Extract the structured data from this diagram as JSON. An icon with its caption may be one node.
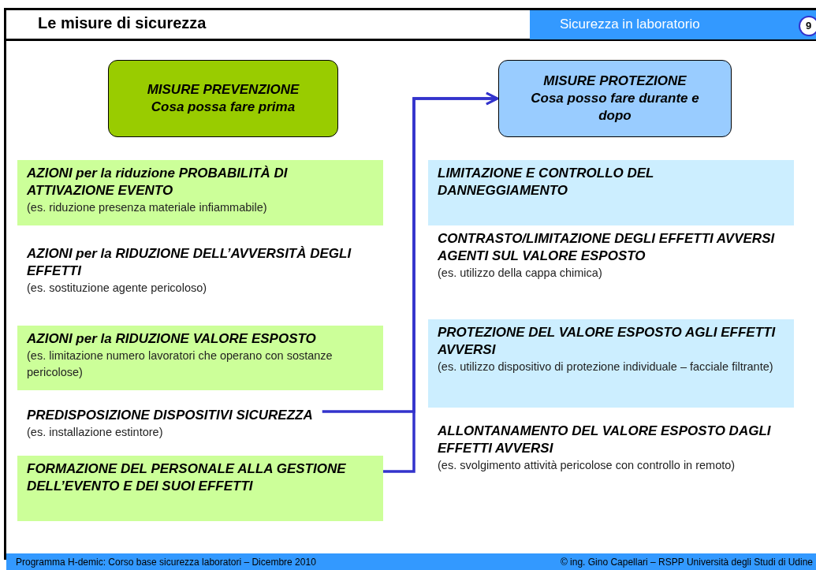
{
  "diagram": {
    "title": "Le misure di sicurezza",
    "nodes": [
      {
        "text": [
          "MISURE PREVENZIONE",
          "Cosa possa fare prima"
        ]
      },
      {
        "text": [
          "MISURE PROTEZIONE",
          "Cosa posso fare durante e dopo"
        ]
      },
      {
        "text": [
          "AZIONI per la riduzione PROBABILITÀ DI ATTIVAZIONE EVENTO",
          "(es. riduzione presenza materiale infiammabile)"
        ]
      },
      {
        "text": [
          "AZIONI per la RIDUZIONE DELL’AVVERSITÀ DEGLI EFFETTI",
          "(es. sostituzione agente pericoloso)"
        ]
      },
      {
        "text": [
          "AZIONI per la RIDUZIONE VALORE ESPOSTO",
          "(es. limitazione numero lavoratori che operano con sostanze pericolose)"
        ]
      },
      {
        "text": [
          "PREDISPOSIZIONE DISPOSITIVI SICUREZZA",
          "(es. installazione estintore)"
        ]
      },
      {
        "text": [
          "FORMAZIONE DEL PERSONALE ALLA GESTIONE DELL’EVENTO E DEI SUOI EFFETTI"
        ]
      },
      {
        "text": [
          "LIMITAZIONE E CONTROLLO DEL DANNEGGIAMENTO"
        ]
      },
      {
        "text": [
          "CONTRASTO/LIMITAZIONE DEGLI EFFETTI AVVERSI AGENTI SUL VALORE ESPOSTO",
          "(es. utilizzo della cappa chimica)"
        ]
      },
      {
        "text": [
          "PROTEZIONE DEL VALORE ESPOSTO AGLI EFFETTI AVVERSI",
          "(es. utilizzo dispositivo di protezione individuale – facciale filtrante)"
        ]
      },
      {
        "text": [
          "ALLONTANAMENTO DEL VALORE ESPOSTO DAGLI EFFETTI AVVERSI",
          "(es. svolgimento attività pericolose con controllo in remoto)"
        ]
      }
    ],
    "edges": [
      {
        "from": 5,
        "to": 1,
        "arrow": "to"
      },
      {
        "from": 6,
        "to": 1,
        "arrow": "to"
      }
    ],
    "labels": [
      "Sicurezza in laboratorio",
      "9",
      "Programma H-demic: Corso base sicurezza laboratori – Dicembre 2010",
      "© ing. Gino Capellari – RSPP Università degli Studi di Udine"
    ]
  }
}
